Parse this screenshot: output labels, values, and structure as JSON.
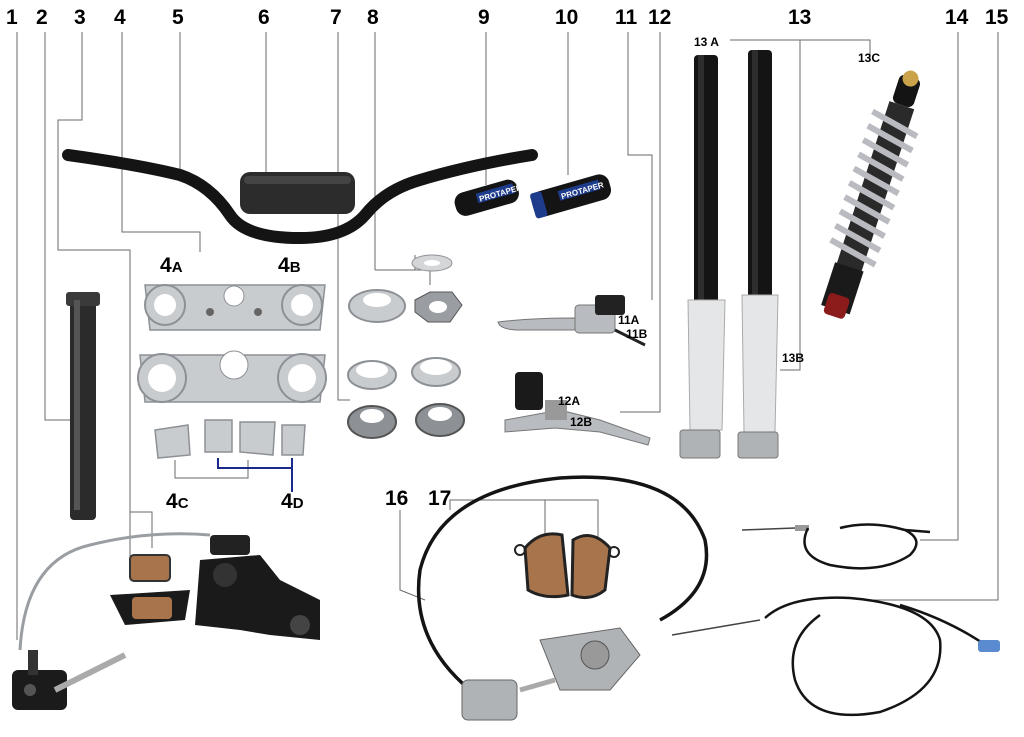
{
  "callouts": {
    "n1": "1",
    "n2": "2",
    "n3": "3",
    "n4": "4",
    "n5": "5",
    "n6": "6",
    "n7": "7",
    "n8": "8",
    "n9": "9",
    "n10": "10",
    "n11": "11",
    "n12": "12",
    "n13": "13",
    "n14": "14",
    "n15": "15",
    "n16": "16",
    "n17": "17"
  },
  "sublabels": {
    "l4a_num": "4",
    "l4a_let": "A",
    "l4b_num": "4",
    "l4b_let": "B",
    "l4c_num": "4",
    "l4c_let": "C",
    "l4d_num": "4",
    "l4d_let": "D",
    "l11a": "11A",
    "l11b": "11B",
    "l12a": "12A",
    "l12b": "12B",
    "l13a": "13 A",
    "l13b": "13B",
    "l13c": "13C"
  },
  "grip_brand": "PROTAPER",
  "colors": {
    "metal": "#c9cccf",
    "metal_dark": "#8d9196",
    "black": "#141414",
    "pad": "#a8744c",
    "fork_white": "#e4e6e8",
    "spring": "#b9bbc0",
    "shock_red": "#8c1b1b",
    "grip_blue": "#1e3c8c",
    "leader_blue": "#1a2a8a"
  }
}
